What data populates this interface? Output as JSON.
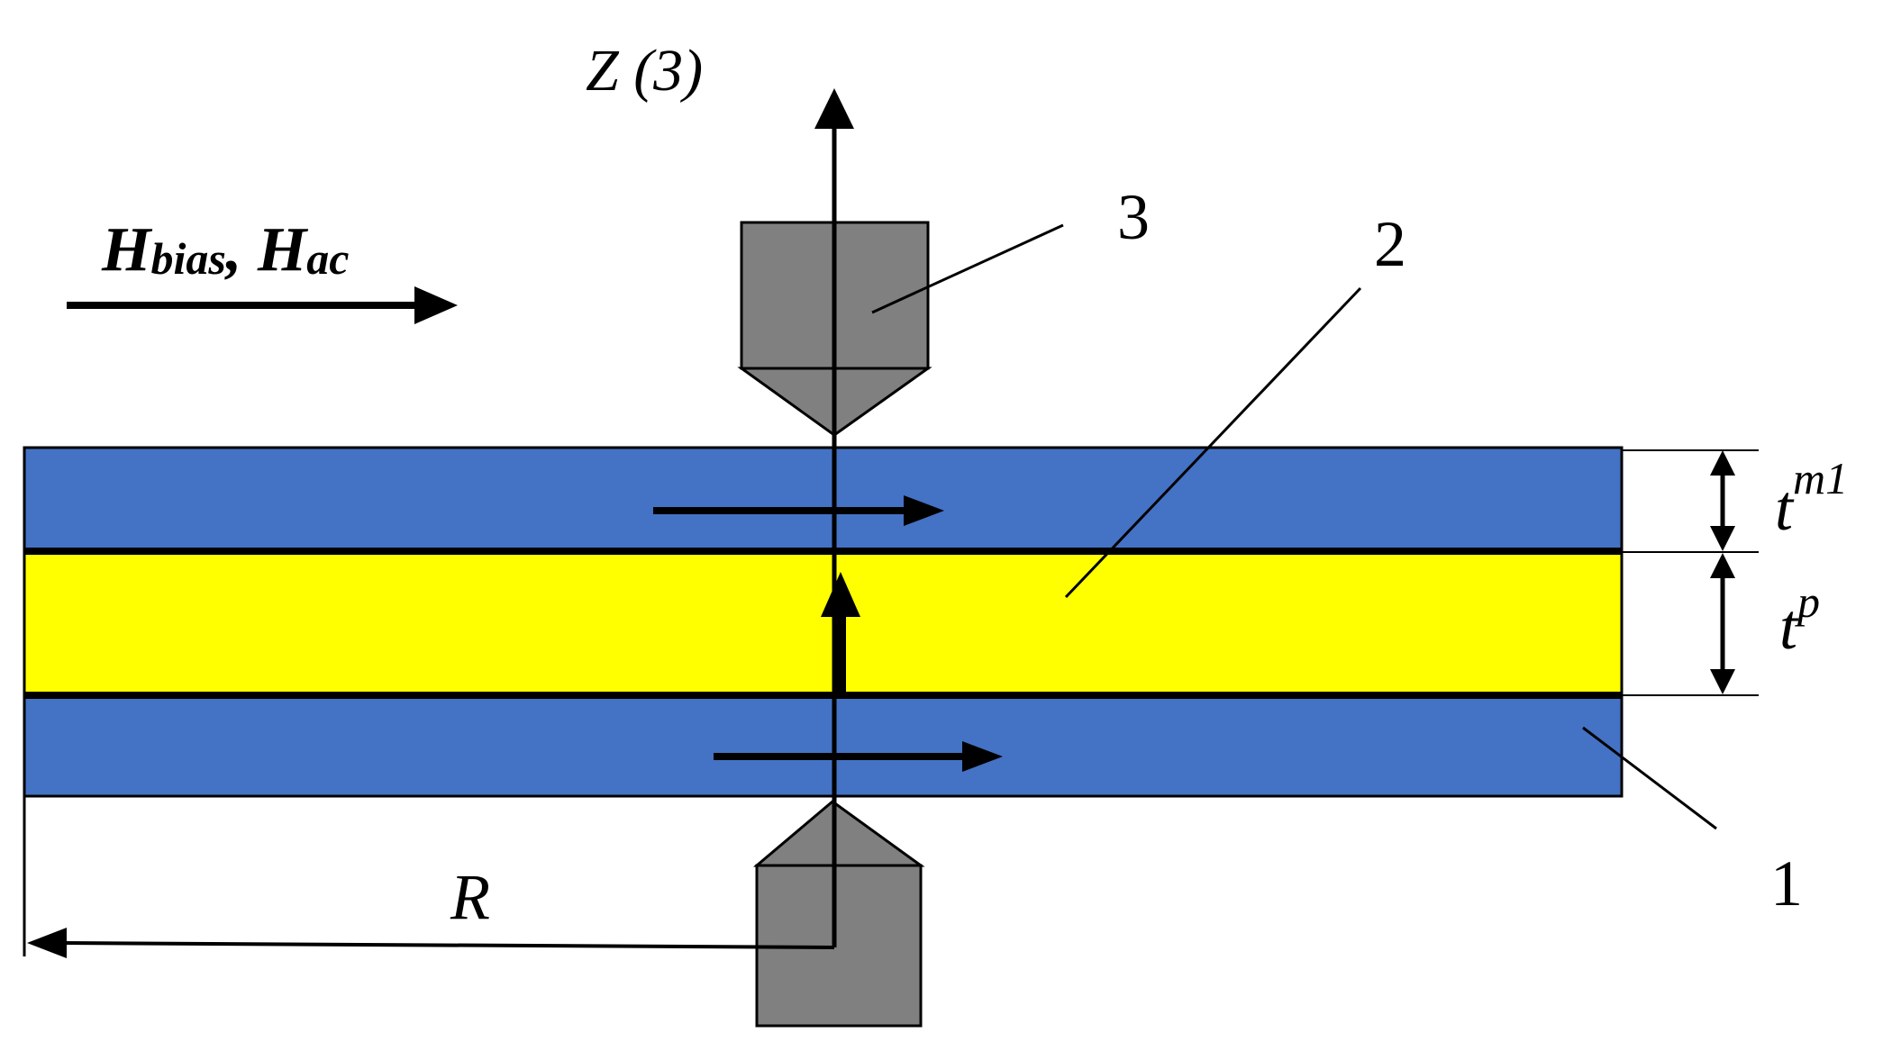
{
  "diagram": {
    "axis_label": "Z (3)",
    "field_label_main_1": "H",
    "field_label_sub_1": "bias",
    "field_label_sep": ", ",
    "field_label_main_2": "H",
    "field_label_sub_2": "ac",
    "callout_3": "3",
    "callout_2": "2",
    "callout_1": "1",
    "thickness_m1_base": "t",
    "thickness_m1_sup": "m1",
    "thickness_p_base": "t",
    "thickness_p_sup": "p",
    "radius_label": "R"
  },
  "colors": {
    "magnetostrictive_layer": "#4472c4",
    "piezoelectric_layer": "#ffff00",
    "electrode": "#808080",
    "outline": "#000000"
  }
}
